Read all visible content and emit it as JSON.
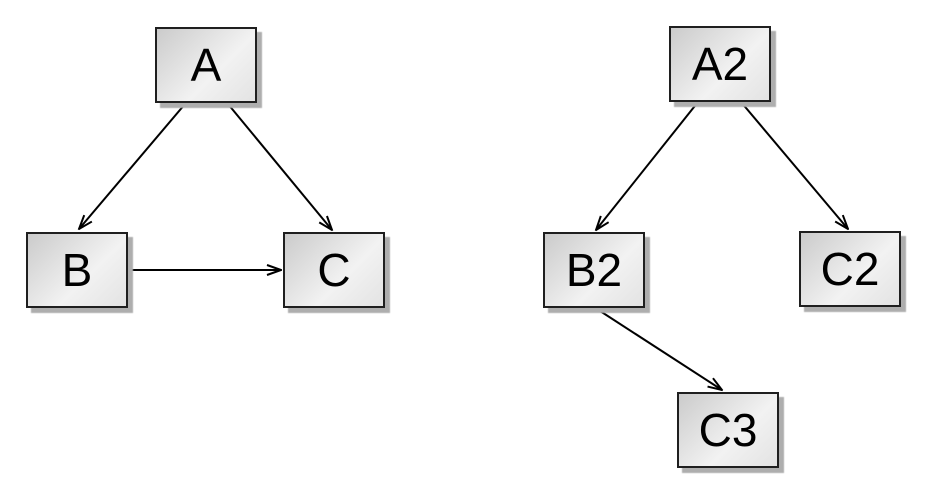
{
  "diagram": {
    "background_color": "#ffffff",
    "node_border_color": "#1f1f1f",
    "node_fill_gradient": [
      "#cbcbcb",
      "#f2f2f2",
      "#e3e3e3"
    ],
    "node_shadow_color": "#aeaeae",
    "edge_color": "#000000",
    "nodes": [
      {
        "id": "A",
        "label": "A"
      },
      {
        "id": "B",
        "label": "B"
      },
      {
        "id": "C",
        "label": "C"
      },
      {
        "id": "A2",
        "label": "A2"
      },
      {
        "id": "B2",
        "label": "B2"
      },
      {
        "id": "C2",
        "label": "C2"
      },
      {
        "id": "C3",
        "label": "C3"
      }
    ],
    "edges": [
      {
        "from": "A",
        "to": "B"
      },
      {
        "from": "A",
        "to": "C"
      },
      {
        "from": "B",
        "to": "C"
      },
      {
        "from": "A2",
        "to": "B2"
      },
      {
        "from": "A2",
        "to": "C2"
      },
      {
        "from": "B2",
        "to": "C3"
      }
    ]
  }
}
